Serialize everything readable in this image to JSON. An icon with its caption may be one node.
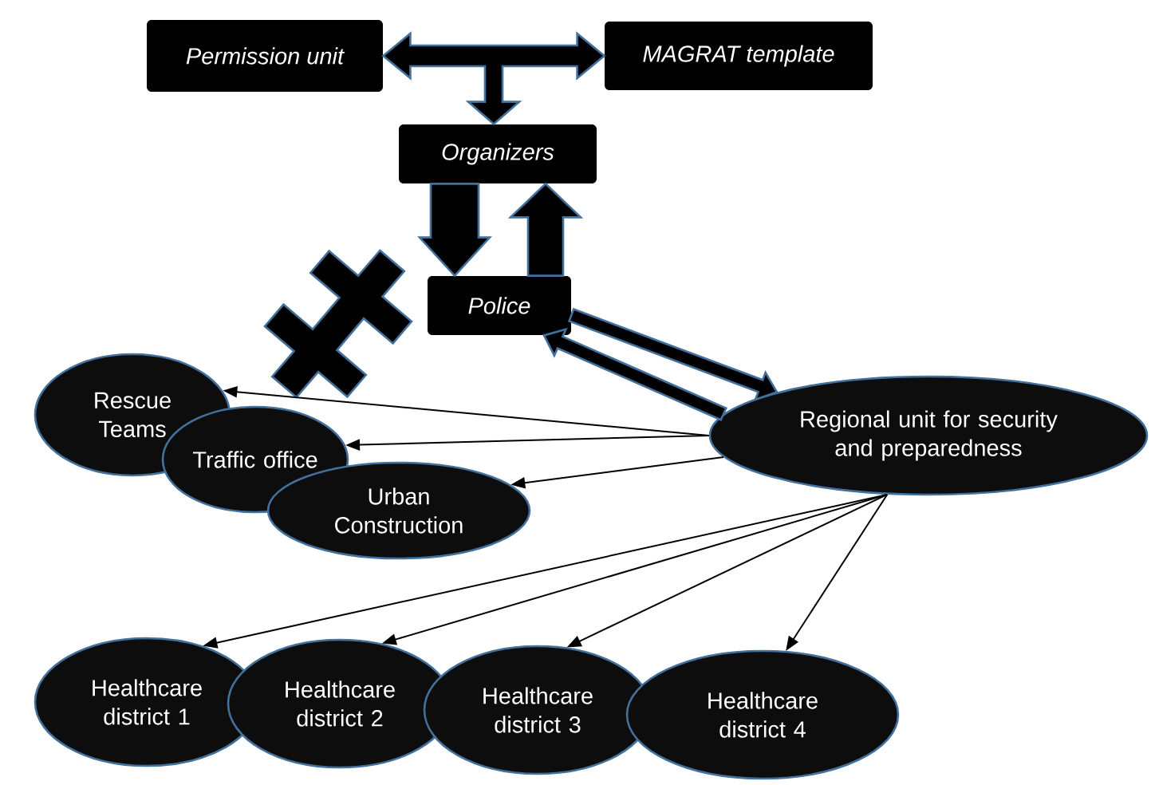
{
  "diagram": {
    "nodes": [
      {
        "text": [
          "Permission unit"
        ]
      },
      {
        "text": [
          "MAGRAT template"
        ]
      },
      {
        "text": [
          "Organizers"
        ]
      },
      {
        "text": [
          "Police"
        ]
      },
      {
        "text": [
          "Rescue Teams"
        ]
      },
      {
        "text": [
          "Traffic office"
        ]
      },
      {
        "text": [
          "Urban Construction"
        ]
      },
      {
        "text": [
          "Regional unit for security and preparedness"
        ]
      },
      {
        "text": [
          "Healthcare district 1"
        ]
      },
      {
        "text": [
          "Healthcare district 2"
        ]
      },
      {
        "text": [
          "Healthcare district 3"
        ]
      },
      {
        "text": [
          "Healthcare district 4"
        ]
      },
      {
        "text": [],
        "shape": "cross"
      }
    ],
    "edges": [
      {
        "from": 0,
        "to": 1,
        "arrow": "both",
        "style": "thick"
      },
      {
        "from": 0,
        "to": 2,
        "arrow": "both",
        "style": "thick"
      },
      {
        "from": 1,
        "to": 2,
        "arrow": "both",
        "style": "thick"
      },
      {
        "from": 2,
        "to": 3,
        "arrow": "to",
        "style": "thick"
      },
      {
        "from": 3,
        "to": 2,
        "arrow": "to",
        "style": "thick"
      },
      {
        "from": 3,
        "to": 7,
        "arrow": "to",
        "style": "thick"
      },
      {
        "from": 7,
        "to": 3,
        "arrow": "to",
        "style": "thick"
      },
      {
        "from": 7,
        "to": 4,
        "arrow": "to"
      },
      {
        "from": 7,
        "to": 5,
        "arrow": "to"
      },
      {
        "from": 7,
        "to": 6,
        "arrow": "to"
      },
      {
        "from": 7,
        "to": 8,
        "arrow": "to"
      },
      {
        "from": 7,
        "to": 9,
        "arrow": "to"
      },
      {
        "from": 7,
        "to": 10,
        "arrow": "to"
      },
      {
        "from": 7,
        "to": 11,
        "arrow": "to"
      }
    ]
  }
}
